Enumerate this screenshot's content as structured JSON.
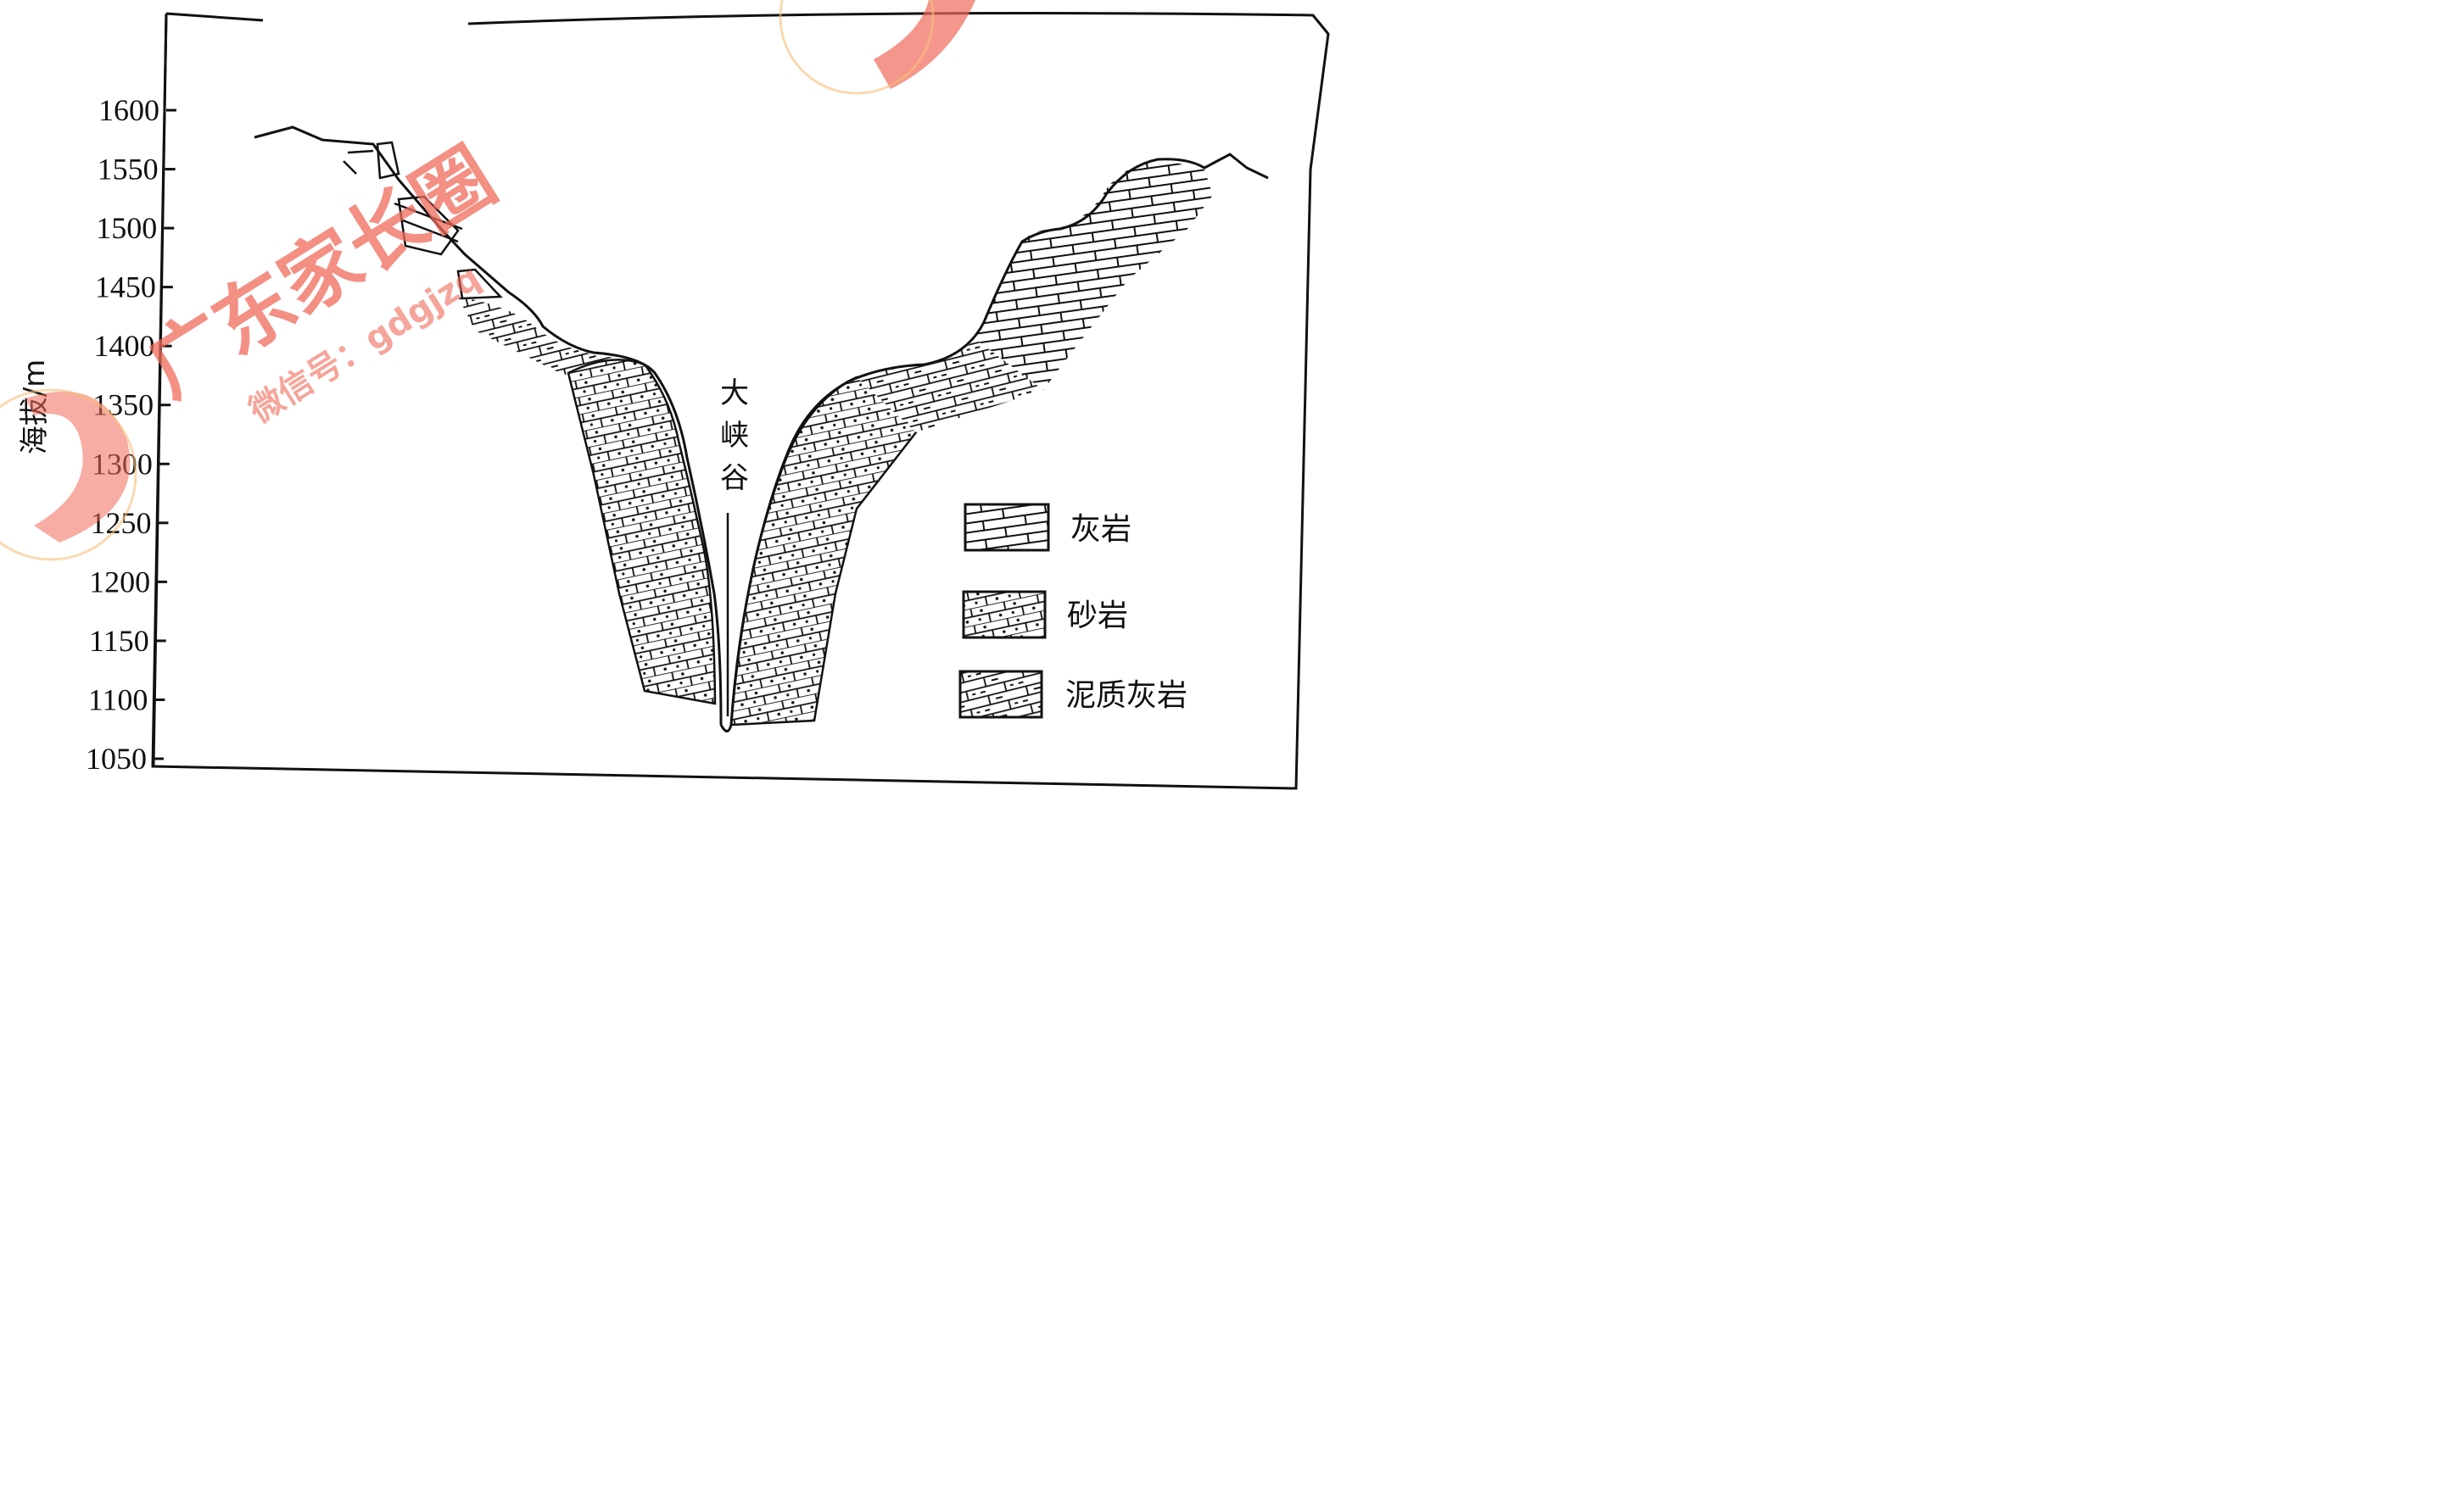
{
  "diagram": {
    "y_axis": {
      "label": "海拔/m",
      "ticks": [
        "1600",
        "1550",
        "1500",
        "1450",
        "1400",
        "1350",
        "1300",
        "1250",
        "1200",
        "1150",
        "1100",
        "1050"
      ]
    },
    "canyon_label": "大峡谷",
    "legend": [
      {
        "name": "灰岩",
        "pattern": "brick"
      },
      {
        "name": "砂岩",
        "pattern": "dotted-brick"
      },
      {
        "name": "泥质灰岩",
        "pattern": "dashed-brick"
      }
    ]
  },
  "watermark": {
    "main_text": "广东家长圈",
    "sub_text": "微信号：gdgjzq",
    "color": "#f06a5a"
  }
}
